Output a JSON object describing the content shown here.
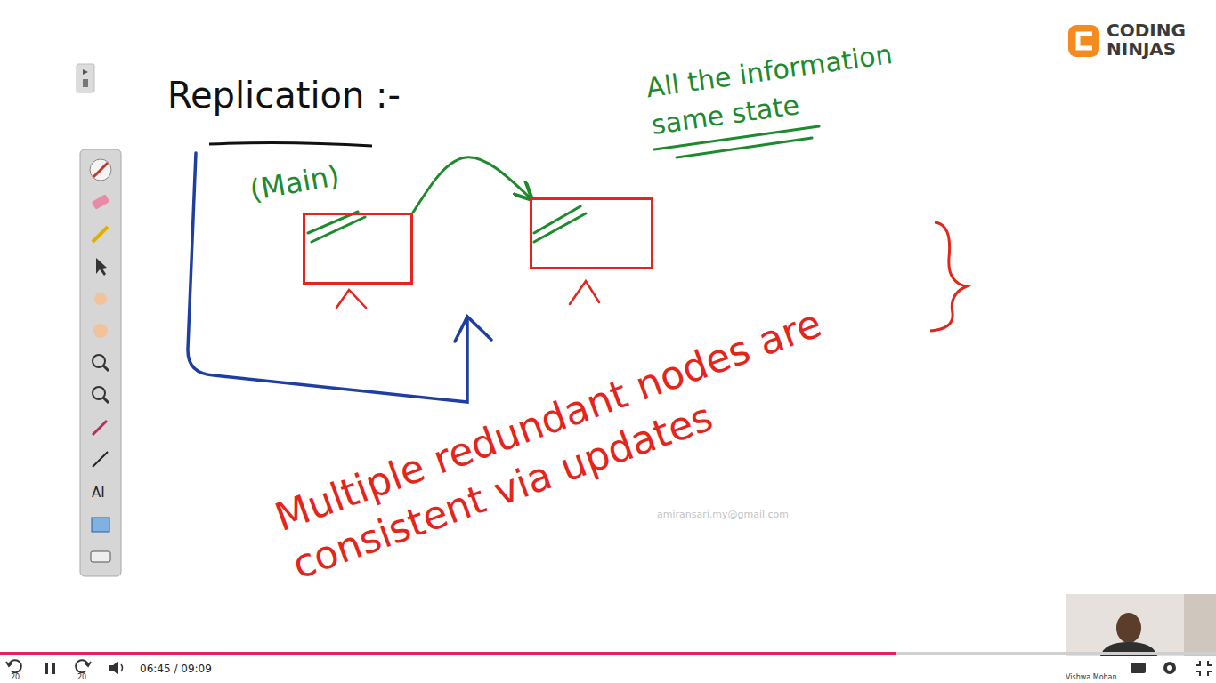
{
  "diagram": {
    "title": "Replication :-",
    "nodes": [
      {
        "text": [
          "(Main)"
        ]
      },
      {
        "text": [
          "All the information same state"
        ]
      }
    ],
    "edges": [
      {
        "from": 0,
        "to": 1,
        "arrow": "to"
      }
    ],
    "labels": [
      "Multiple redundant nodes are consistent via updates",
      "CODING NINJAS",
      "amiransari.my@gmail.com",
      "AI",
      "20",
      "20",
      "06:45 / 09:09",
      "Vishwa Mohan"
    ]
  }
}
